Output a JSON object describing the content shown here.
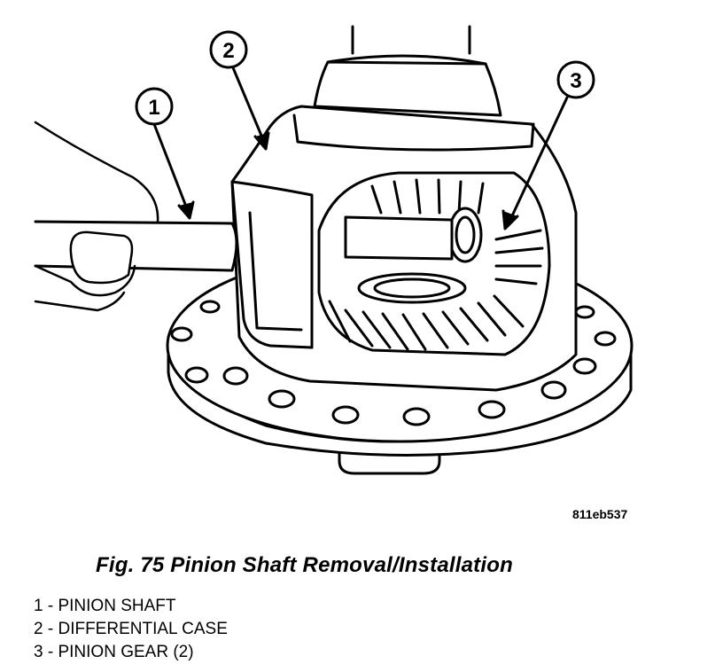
{
  "figure": {
    "id": "811eb537",
    "caption": "Fig. 75 Pinion Shaft Removal/Installation"
  },
  "callouts": [
    {
      "number": "1",
      "label": "PINION SHAFT"
    },
    {
      "number": "2",
      "label": "DIFFERENTIAL CASE"
    },
    {
      "number": "3",
      "label": "PINION GEAR (2)"
    }
  ],
  "legend": [
    {
      "number": "1",
      "label": "PINION SHAFT"
    },
    {
      "number": "2",
      "label": "DIFFERENTIAL CASE"
    },
    {
      "number": "3",
      "label": "PINION GEAR (2)"
    }
  ]
}
